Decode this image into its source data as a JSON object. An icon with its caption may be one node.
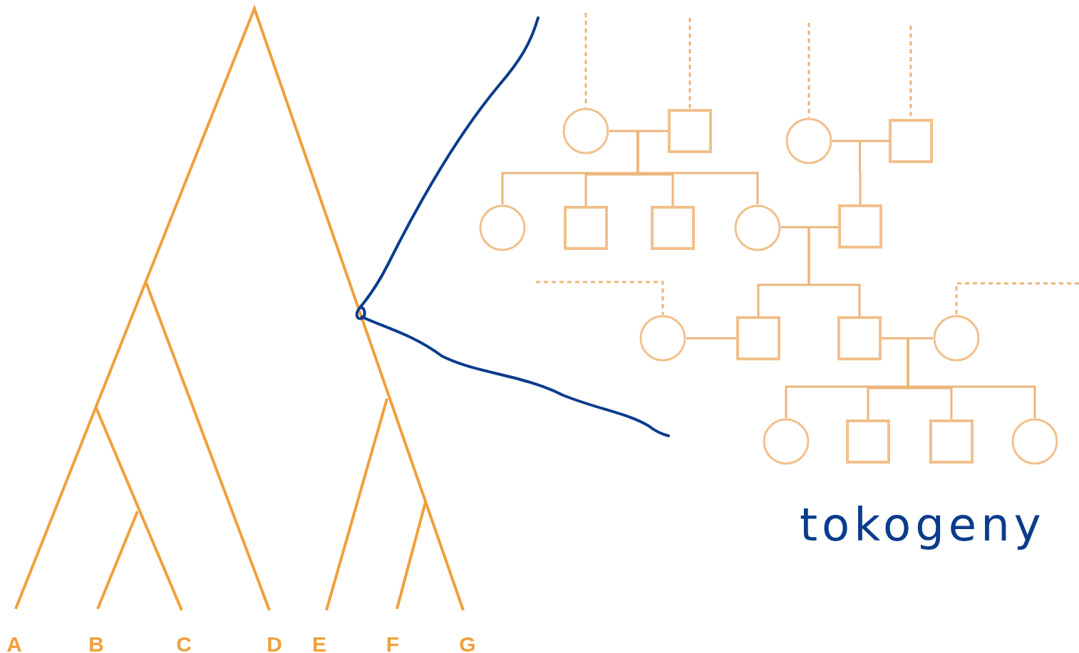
{
  "diagram": {
    "nodes": [
      {
        "text": [],
        "shape": "circle"
      },
      {
        "text": [],
        "shape": "box"
      },
      {
        "text": [],
        "shape": "circle"
      },
      {
        "text": [],
        "shape": "box"
      },
      {
        "text": [],
        "shape": "circle"
      },
      {
        "text": [],
        "shape": "box"
      },
      {
        "text": [],
        "shape": "box"
      },
      {
        "text": [],
        "shape": "circle"
      },
      {
        "text": [],
        "shape": "box"
      },
      {
        "text": [],
        "shape": "circle"
      },
      {
        "text": [],
        "shape": "box"
      },
      {
        "text": [],
        "shape": "box"
      },
      {
        "text": [],
        "shape": "circle"
      },
      {
        "text": [],
        "shape": "circle"
      },
      {
        "text": [],
        "shape": "box"
      },
      {
        "text": [],
        "shape": "box"
      },
      {
        "text": [],
        "shape": "circle"
      }
    ],
    "edges": [
      {
        "from": null,
        "to": 0,
        "arrow": "none",
        "style": "dashed"
      },
      {
        "from": null,
        "to": 1,
        "arrow": "none",
        "style": "dashed"
      },
      {
        "from": null,
        "to": 2,
        "arrow": "none",
        "style": "dashed"
      },
      {
        "from": null,
        "to": 3,
        "arrow": "none",
        "style": "dashed"
      },
      {
        "from": 0,
        "to": 1,
        "arrow": "none"
      },
      {
        "from": 2,
        "to": 3,
        "arrow": "none"
      },
      {
        "from": 0,
        "to": 4,
        "arrow": "none"
      },
      {
        "from": 0,
        "to": 5,
        "arrow": "none"
      },
      {
        "from": 0,
        "to": 6,
        "arrow": "none"
      },
      {
        "from": 0,
        "to": 7,
        "arrow": "none"
      },
      {
        "from": 1,
        "to": 4,
        "arrow": "none"
      },
      {
        "from": 1,
        "to": 5,
        "arrow": "none"
      },
      {
        "from": 1,
        "to": 6,
        "arrow": "none"
      },
      {
        "from": 1,
        "to": 7,
        "arrow": "none"
      },
      {
        "from": 2,
        "to": 8,
        "arrow": "none"
      },
      {
        "from": 3,
        "to": 8,
        "arrow": "none"
      },
      {
        "from": 7,
        "to": 8,
        "arrow": "none"
      },
      {
        "from": 7,
        "to": 10,
        "arrow": "none"
      },
      {
        "from": 7,
        "to": 11,
        "arrow": "none"
      },
      {
        "from": 8,
        "to": 10,
        "arrow": "none"
      },
      {
        "from": 8,
        "to": 11,
        "arrow": "none"
      },
      {
        "from": null,
        "to": 9,
        "arrow": "none",
        "style": "dashed"
      },
      {
        "from": null,
        "to": 12,
        "arrow": "none",
        "style": "dashed"
      },
      {
        "from": 9,
        "to": 10,
        "arrow": "none"
      },
      {
        "from": 11,
        "to": 12,
        "arrow": "none"
      },
      {
        "from": 11,
        "to": 13,
        "arrow": "none"
      },
      {
        "from": 11,
        "to": 14,
        "arrow": "none"
      },
      {
        "from": 11,
        "to": 15,
        "arrow": "none"
      },
      {
        "from": 11,
        "to": 16,
        "arrow": "none"
      },
      {
        "from": 12,
        "to": 13,
        "arrow": "none"
      },
      {
        "from": 12,
        "to": 14,
        "arrow": "none"
      },
      {
        "from": 12,
        "to": 15,
        "arrow": "none"
      },
      {
        "from": 12,
        "to": 16,
        "arrow": "none"
      }
    ],
    "labels": [
      "A",
      "B",
      "C",
      "D",
      "E",
      "F",
      "G",
      "tokogeny"
    ]
  }
}
